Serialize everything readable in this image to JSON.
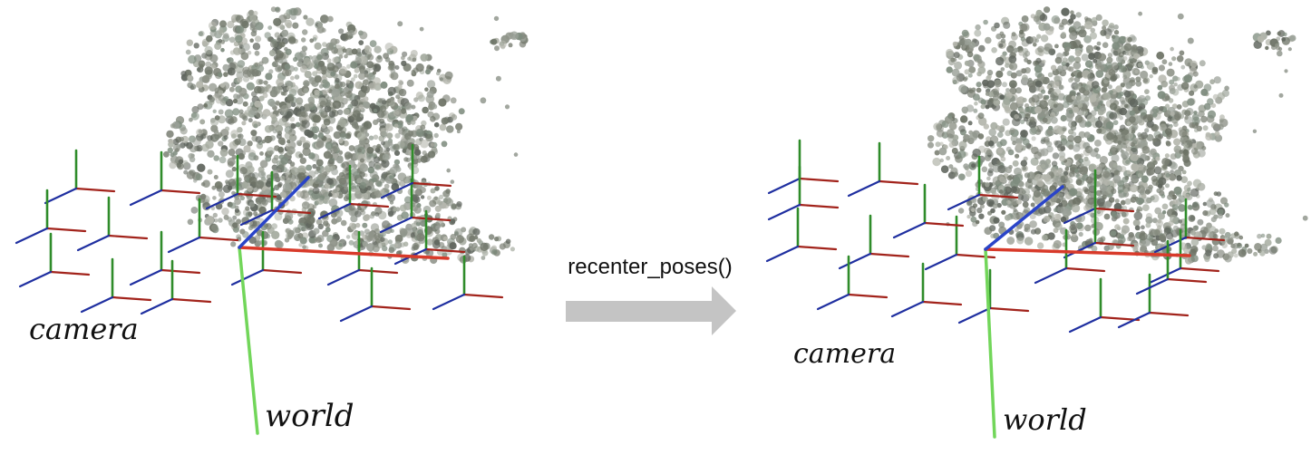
{
  "panels": [
    {
      "id": "before",
      "camera_label": "camera",
      "world_label": "world"
    },
    {
      "id": "after",
      "camera_label": "camera",
      "world_label": "world"
    }
  ],
  "operation": {
    "label": "recenter_poses()"
  },
  "colors": {
    "x_axis": "#a2231b",
    "y_axis": "#2f8c2a",
    "z_axis": "#1f2fa0",
    "world_x": "#d83a2a",
    "world_y": "#72d65a",
    "world_z": "#2a44c8",
    "arrow": "#c4c4c4",
    "points": [
      "#8f9489",
      "#a4aa9e",
      "#6e7467",
      "#7e8c7e",
      "#b4b6ac",
      "#5e645c",
      "#9aa097",
      "#7a7f73"
    ]
  }
}
